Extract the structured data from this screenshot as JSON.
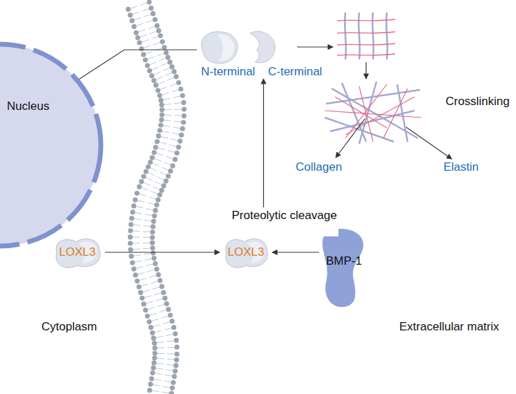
{
  "diagram": {
    "nodes": [
      {
        "text": [
          "Nucleus"
        ]
      },
      {
        "text": [
          "N-terminal"
        ]
      },
      {
        "text": [
          "C-terminal"
        ]
      },
      {
        "text": [
          "LOXL3"
        ]
      },
      {
        "text": [
          "LOXL3"
        ]
      },
      {
        "text": [
          "BMP-1"
        ]
      }
    ],
    "edges": [
      {
        "from": 0,
        "to": 1,
        "arrow": "none"
      },
      {
        "from": 3,
        "to": 4,
        "arrow": "to"
      },
      {
        "from": 4,
        "to": 1,
        "label": "Proteolytic cleavage",
        "arrow": "to"
      },
      {
        "from": 5,
        "to": 4,
        "arrow": "to"
      }
    ],
    "labels": [
      "Crosslinking",
      "Collagen",
      "Elastin",
      "Cytoplasm",
      "Extracellular matrix"
    ]
  }
}
